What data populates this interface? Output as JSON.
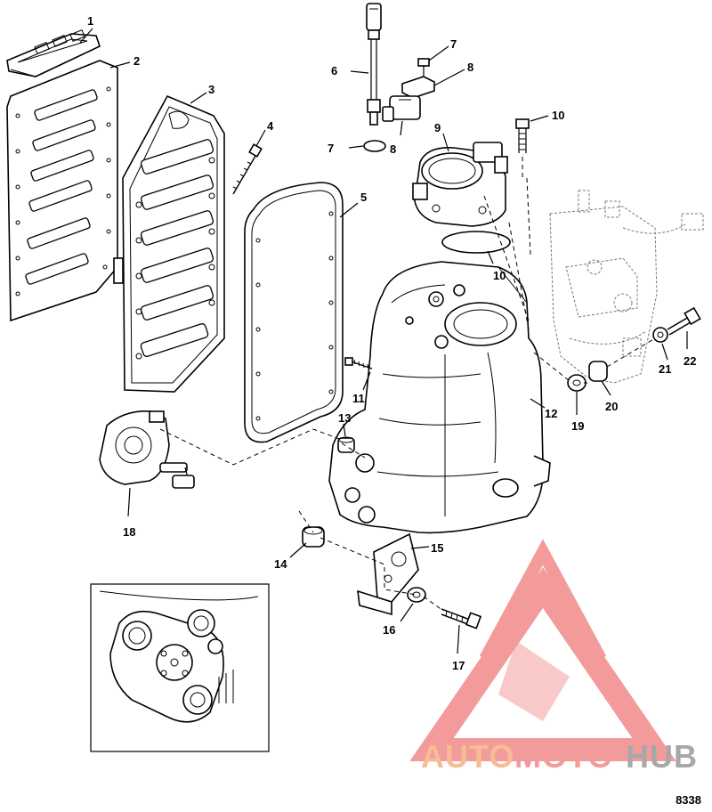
{
  "figure_number": "8338",
  "callouts": [
    "1",
    "2",
    "3",
    "4",
    "5",
    "6",
    "7",
    "7",
    "8",
    "8",
    "9",
    "10",
    "10",
    "11",
    "12",
    "13",
    "14",
    "15",
    "16",
    "17",
    "18",
    "19",
    "20",
    "21",
    "22"
  ],
  "watermark": {
    "text_part1": "AUTO",
    "text_part2": "MOTO",
    "text_part3": "HUB",
    "color_orange": "#f4b183",
    "color_red": "#f28a8a",
    "color_gray": "#9a9a9a"
  }
}
